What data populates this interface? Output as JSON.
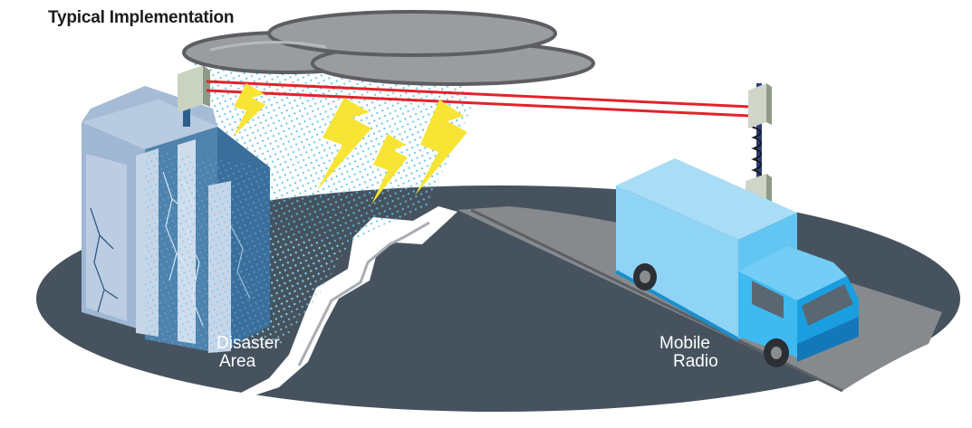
{
  "title": "Typical Implementation",
  "labels": {
    "disaster_line1": "Disaster",
    "disaster_line2": "Area",
    "mobile_line1": "Mobile",
    "mobile_line2": "Radio"
  },
  "icons": [
    "building-icon",
    "antenna-icon",
    "cloud-icon",
    "lightning-bolt-icon",
    "truck-icon",
    "mast-icon",
    "radio-link-icon"
  ],
  "colors": {
    "ground": "#46535f",
    "road": "#8a8d90",
    "cloud": "#9a9c9f",
    "cloud_outline": "#636569",
    "radio_link": "#e2232a",
    "lightning": "#f8e434",
    "rain": "#5bbfe6",
    "building_light": "#a9bfd8",
    "building_dark": "#5f8fb7",
    "truck_box": "#8fd6f6",
    "truck_cab": "#2fb8ee",
    "antenna": "#cfd6c8"
  }
}
